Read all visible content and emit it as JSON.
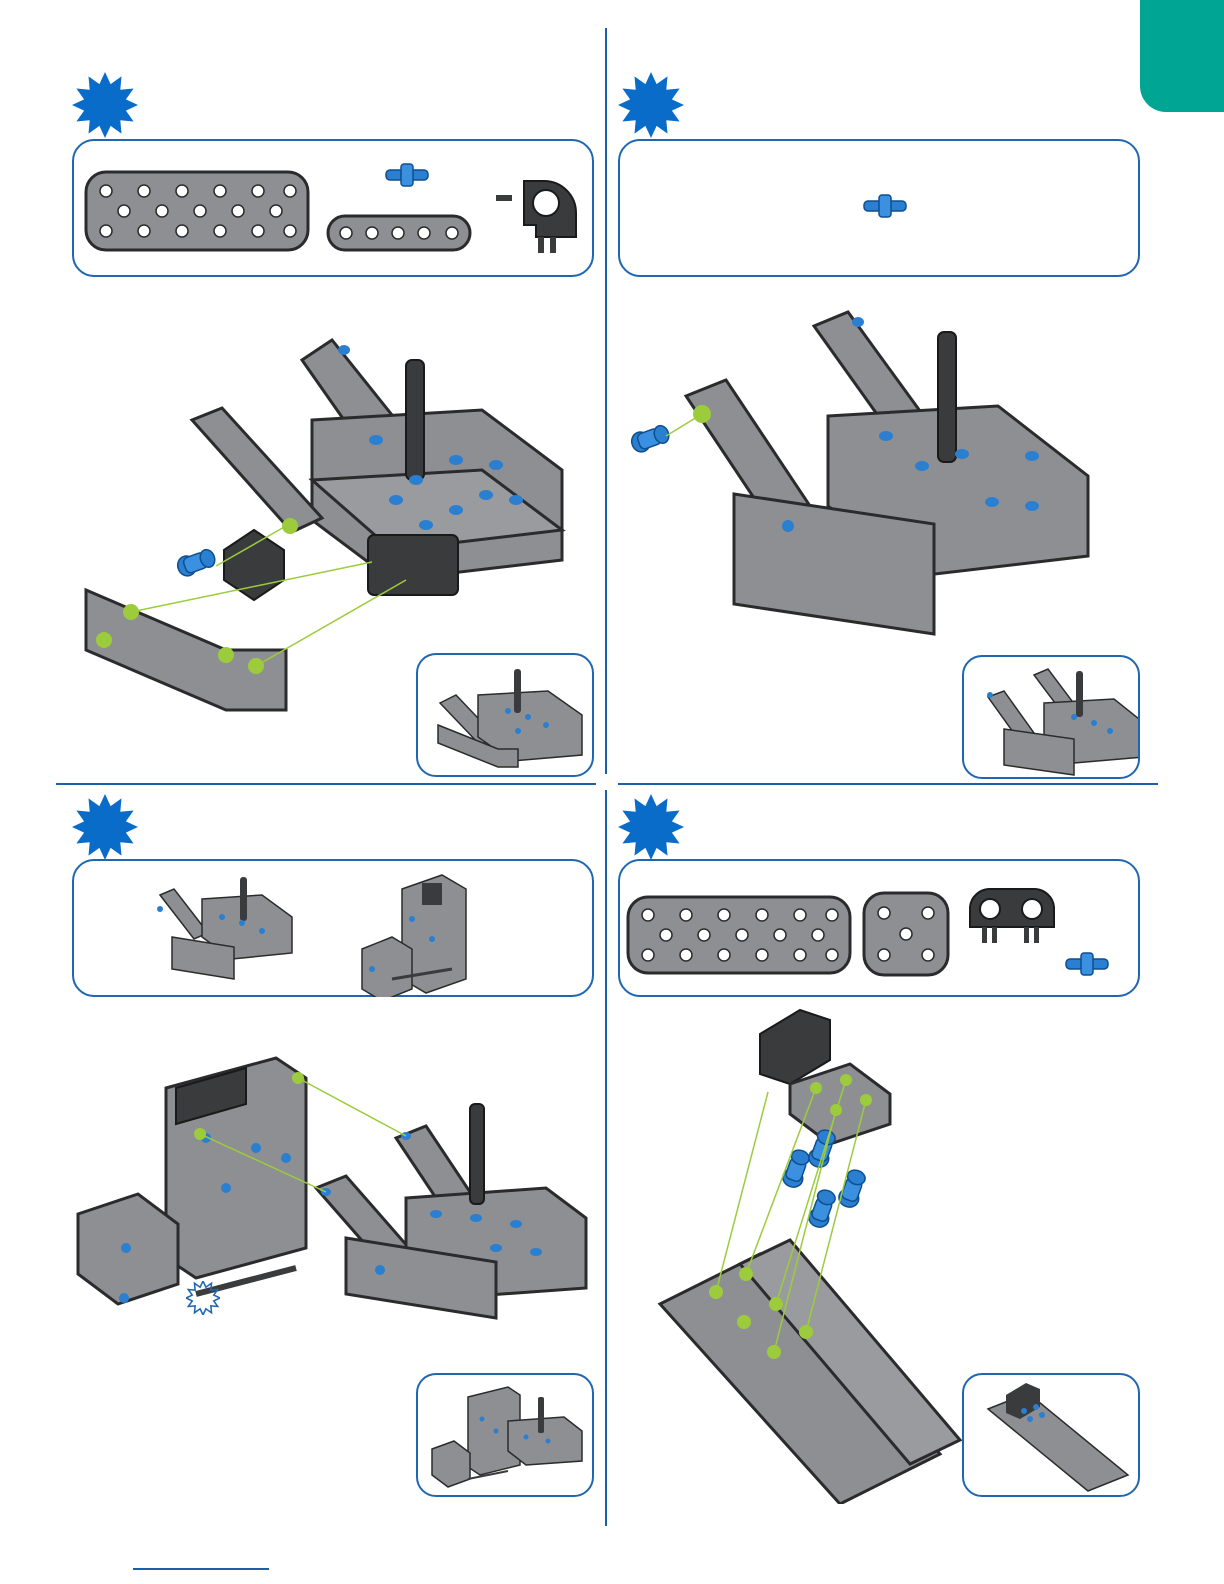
{
  "colors": {
    "accent_tab": "#00a693",
    "frame_blue": "#1f67b1",
    "badge_blue": "#0a6cc9",
    "part_gray": "#8e8f92",
    "part_dark": "#3a3b3d",
    "pin_blue": "#2a7fd0",
    "guide_green": "#9ccc3c"
  },
  "steps": [
    {
      "id": "step-1",
      "icons": [
        "badge-star-icon",
        "plate-2x6-icon",
        "pin-icon",
        "beam-1x5-icon",
        "corner-connector-icon"
      ]
    },
    {
      "id": "step-2",
      "icons": [
        "badge-star-icon",
        "pin-icon"
      ]
    },
    {
      "id": "step-3",
      "icons": [
        "badge-star-icon",
        "subassembly-arm-icon",
        "subassembly-frame-icon",
        "flip-star-icon"
      ]
    },
    {
      "id": "step-4",
      "icons": [
        "badge-star-icon",
        "plate-2x6-icon",
        "plate-2x2-icon",
        "double-connector-icon",
        "pin-icon"
      ]
    }
  ]
}
